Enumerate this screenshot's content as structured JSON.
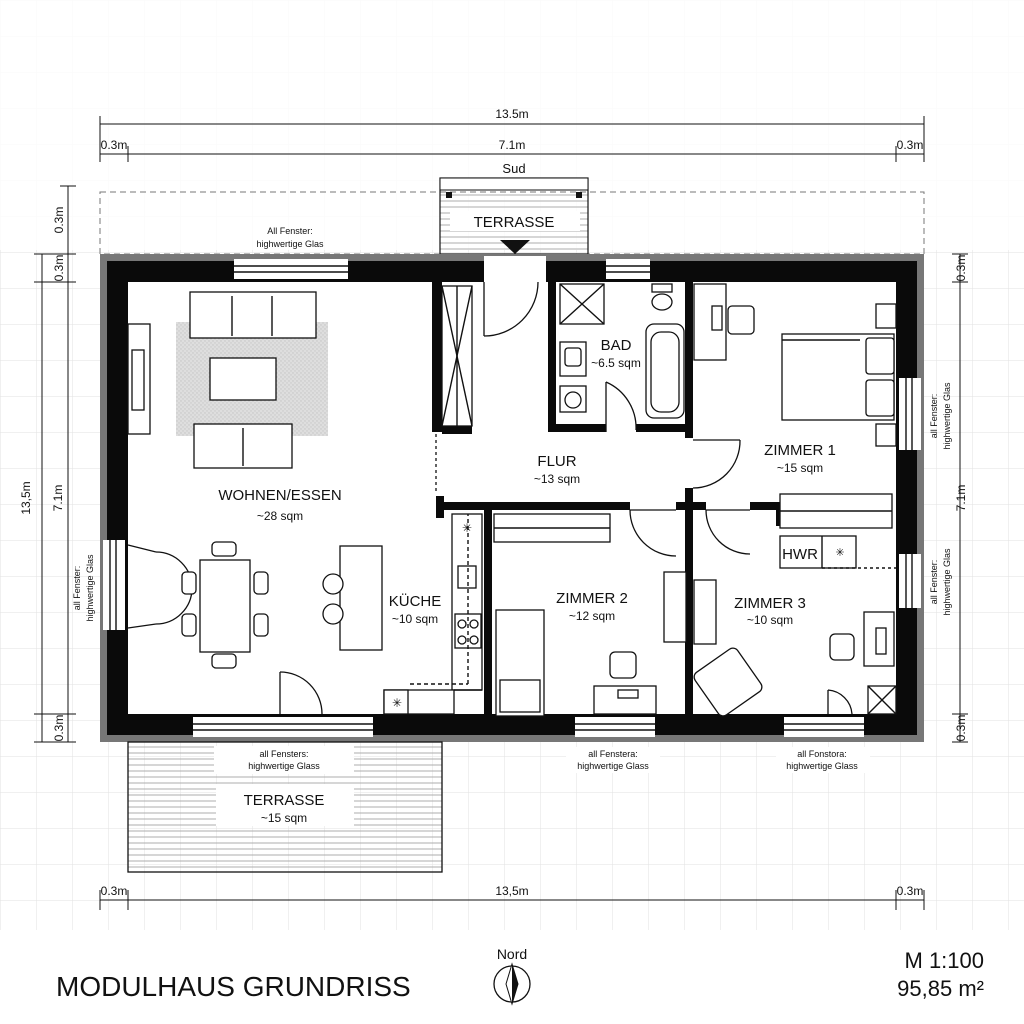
{
  "title": "MODULHAUS GRUNDRISS",
  "scale": "M 1:100",
  "total_area": "95,85 m²",
  "north": "Nord",
  "south": "Sud",
  "dimensions": {
    "top_total": "13.5m",
    "top_inner": "7.1m",
    "top_left_edge": "0.3m",
    "top_right_edge": "0.3m",
    "bottom_total": "13,5m",
    "bottom_left_edge": "0.3m",
    "bottom_right_edge": "0.3m",
    "left_total": "13,5m",
    "left_inner": "7.1m",
    "left_top_a": "0.3m",
    "left_top_b": "0.3m",
    "left_bottom": "0.3m",
    "right_inner": "7.1m",
    "right_top": "0.3m",
    "right_bottom": "0.3m"
  },
  "rooms": {
    "terrasse_top": {
      "name": "TERRASSE"
    },
    "wohnen": {
      "name": "WOHNEN/ESSEN",
      "area": "~28 sqm"
    },
    "bad": {
      "name": "BAD",
      "area": "~6.5 sqm"
    },
    "flur": {
      "name": "FLUR",
      "area": "~13 sqm"
    },
    "zimmer1": {
      "name": "ZIMMER 1",
      "area": "~15 sqm"
    },
    "kueche": {
      "name": "KÜCHE",
      "area": "~10 sqm"
    },
    "zimmer2": {
      "name": "ZIMMER 2",
      "area": "~12 sqm"
    },
    "zimmer3": {
      "name": "ZIMMER 3",
      "area": "~10 sqm"
    },
    "hwr": {
      "name": "HWR"
    },
    "terrasse_bottom": {
      "name": "TERRASSE",
      "area": "~15 sqm"
    }
  },
  "window_notes": {
    "top": [
      "All Fenster:",
      "highwertige Glas"
    ],
    "left": [
      "all Fenster:",
      "highwertige Glas"
    ],
    "right_upper": [
      "all Fenster:",
      "highwertige Glas"
    ],
    "right_lower": [
      "all Fenster:",
      "highwertige Glas"
    ],
    "bottom_left": [
      "all Fensters:",
      "highwertige Glass"
    ],
    "bottom_mid": [
      "all Fenstera:",
      "highwertige Glass"
    ],
    "bottom_right": [
      "all Fonstora:",
      "highwertige Glass"
    ]
  }
}
